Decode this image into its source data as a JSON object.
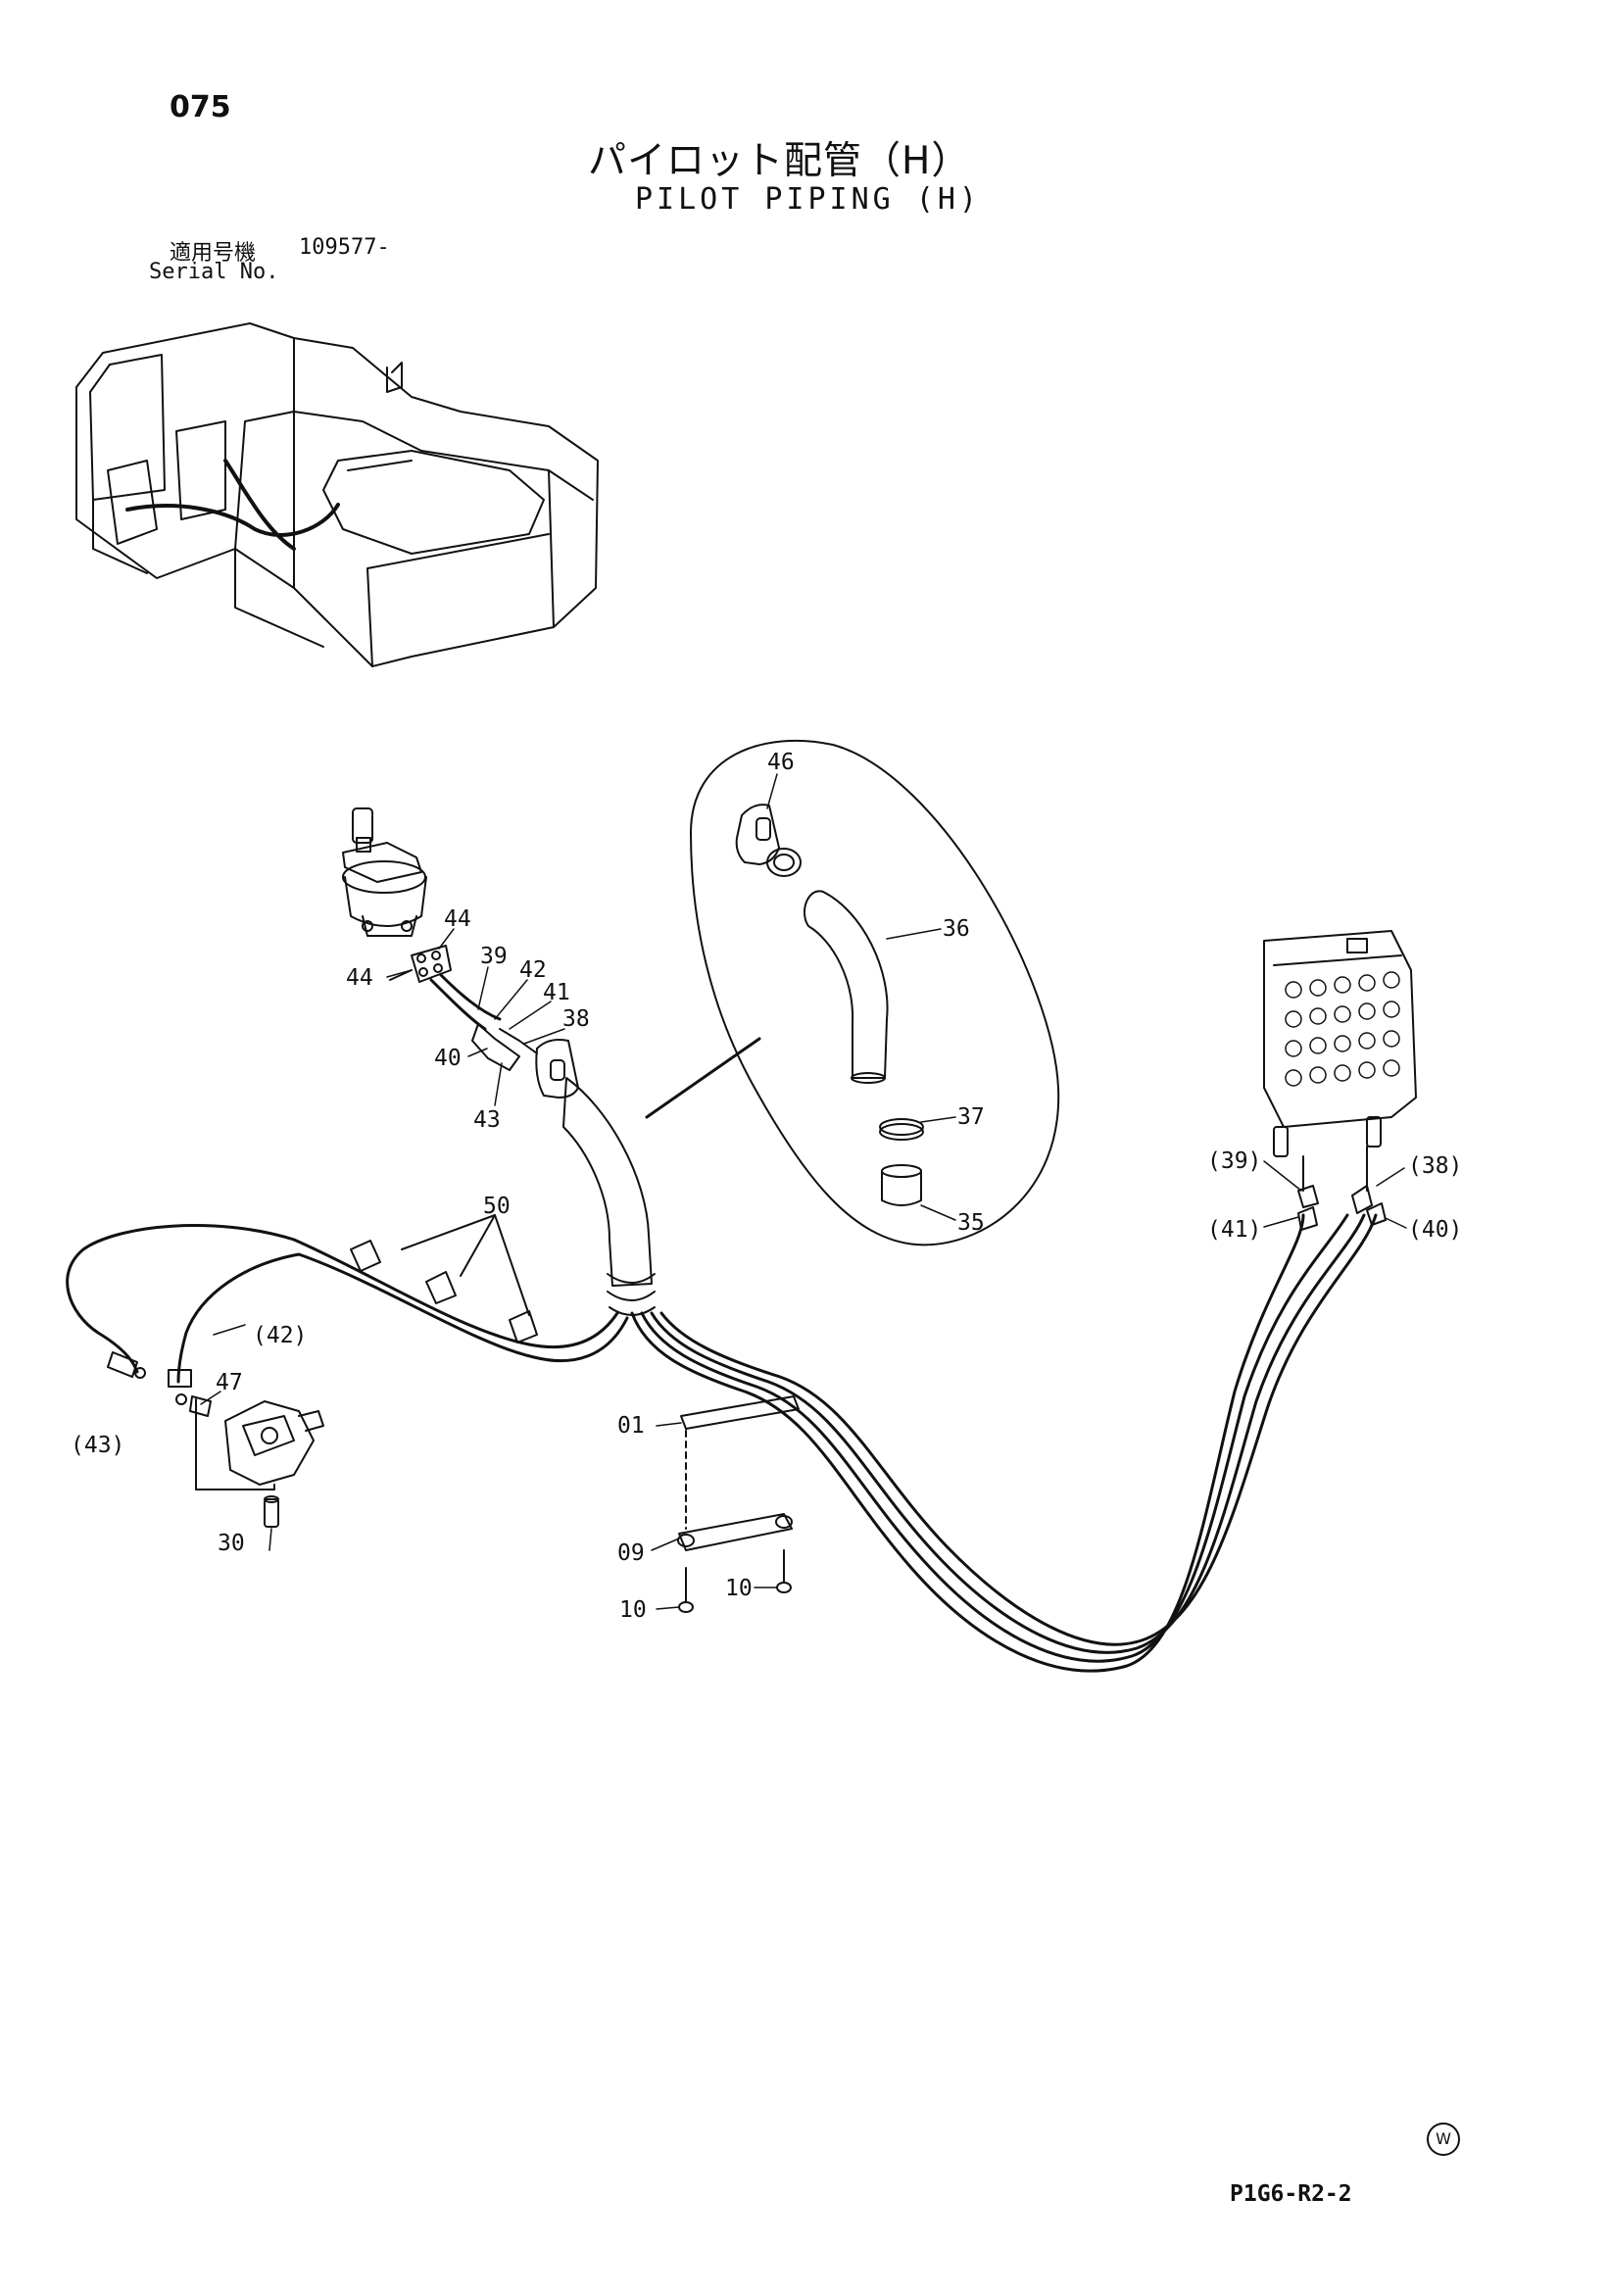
{
  "header": {
    "page_number": "075",
    "title_jp": "パイロット配管（H）",
    "title_en": "PILOT PIPING (H)",
    "serial_label_jp": "適用号機",
    "serial_range": "109577-",
    "serial_label_en": "Serial No."
  },
  "callouts": {
    "p46": "46",
    "p36": "36",
    "p37": "37",
    "p35": "35",
    "p44a": "44",
    "p44b": "44",
    "p39": "39",
    "p42": "42",
    "p41": "41",
    "p38": "38",
    "p40": "40",
    "p43": "43",
    "p50": "50",
    "p42r": "(42)",
    "p47": "47",
    "p43r": "(43)",
    "p30": "30",
    "p01": "01",
    "p09": "09",
    "p10a": "10",
    "p10b": "10",
    "p39r": "(39)",
    "p38r": "(38)",
    "p41r": "(41)",
    "p40r": "(40)"
  },
  "footer": {
    "watermark_symbol": "W",
    "drawing_code": "P1G6-R2-2"
  }
}
